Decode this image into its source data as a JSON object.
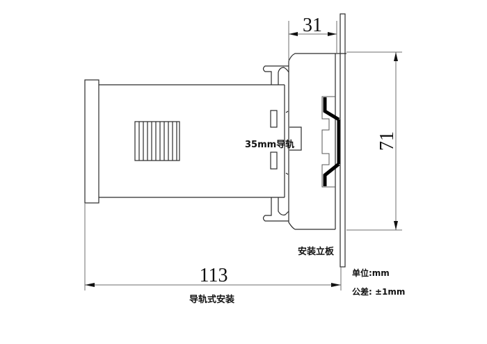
{
  "drawing": {
    "title": "导轨式安装",
    "dimensions": {
      "depth_mm": "31",
      "height_mm": "71",
      "length_mm": "113"
    },
    "labels": {
      "rail": "35mm导轨",
      "panel": "安装立板",
      "unit": "单位:mm",
      "tolerance": "公差: ±1mm"
    },
    "colors": {
      "line": "#2a2a2a",
      "dimension": "#6e6e6e",
      "background": "#ffffff"
    }
  }
}
